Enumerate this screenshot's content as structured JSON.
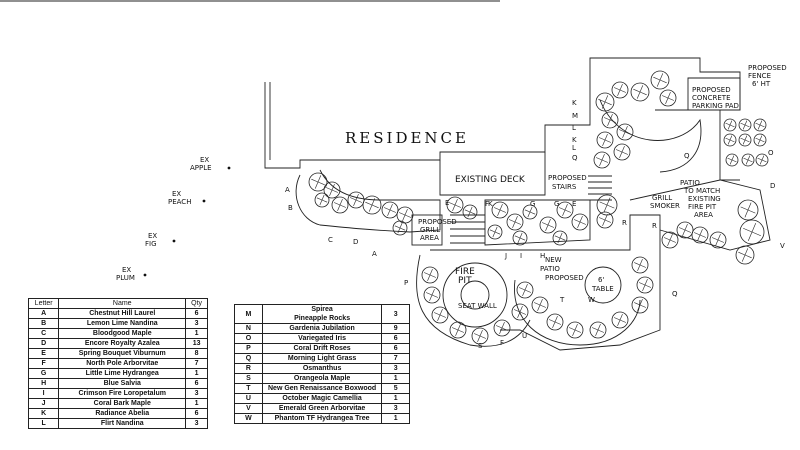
{
  "plan": {
    "residence": "RESIDENCE",
    "existing_deck": "EXISTING DECK",
    "proposed_stairs": [
      "PROPOSED",
      "STAIRS"
    ],
    "proposed_grill_area": [
      "PROPOSED",
      "GRILL",
      "AREA"
    ],
    "fire_pit": [
      "FIRE",
      "PIT"
    ],
    "seat_wall": "SEAT WALL",
    "new_patio_proposed": [
      "NEW",
      "PATIO",
      "PROPOSED"
    ],
    "table": [
      "6'",
      "TABLE"
    ],
    "proposed_concrete_parking_pad": [
      "PROPOSED",
      "CONCRETE",
      "PARKING PAD"
    ],
    "proposed_fence_ht": [
      "PROPOSED",
      "FENCE",
      "6' HT"
    ],
    "patio_to_match": [
      "PATIO",
      "TO MATCH",
      "EXISTING",
      "FIRE PIT",
      "AREA"
    ],
    "grill_smoker": [
      "GRILL",
      "SMOKER"
    ],
    "ex_trees": [
      {
        "line1": "EX",
        "line2": "APPLE"
      },
      {
        "line1": "EX",
        "line2": "PEACH"
      },
      {
        "line1": "EX",
        "line2": "FIG"
      },
      {
        "line1": "EX",
        "line2": "PLUM"
      }
    ],
    "tags": [
      "A",
      "B",
      "C",
      "D",
      "A",
      "E",
      "F",
      "G",
      "K",
      "G",
      "E",
      "H",
      "I",
      "J",
      "K",
      "L",
      "M",
      "K",
      "L",
      "Q",
      "Q",
      "R",
      "R",
      "D",
      "V",
      "W",
      "T",
      "P",
      "U",
      "S",
      "F",
      "O",
      "Q"
    ]
  },
  "legend_left": {
    "headers": [
      "Letter",
      "Name",
      "Qty"
    ],
    "rows": [
      [
        "A",
        "Chestnut Hill Laurel",
        "6"
      ],
      [
        "B",
        "Lemon Lime Nandina",
        "3"
      ],
      [
        "C",
        "Bloodgood Maple",
        "1"
      ],
      [
        "D",
        "Encore Royalty Azalea",
        "13"
      ],
      [
        "E",
        "Spring Bouquet Viburnum",
        "8"
      ],
      [
        "F",
        "North Pole Arborvitae",
        "7"
      ],
      [
        "G",
        "Little Lime Hydrangea",
        "1"
      ],
      [
        "H",
        "Blue Salvia",
        "6"
      ],
      [
        "I",
        "Crimson Fire Loropetalum",
        "3"
      ],
      [
        "J",
        "Coral Bark Maple",
        "1"
      ],
      [
        "K",
        "Radiance Abelia",
        "6"
      ],
      [
        "L",
        "Flirt Nandina",
        "3"
      ]
    ]
  },
  "legend_right": {
    "rows": [
      [
        "M",
        "Spirea\nPineapple Rocks",
        "3"
      ],
      [
        "N",
        "Gardenia Jubilation",
        "9"
      ],
      [
        "O",
        "Variegated Iris",
        "6"
      ],
      [
        "P",
        "Coral Drift Roses",
        "6"
      ],
      [
        "Q",
        "Morning Light Grass",
        "7"
      ],
      [
        "R",
        "Osmanthus",
        "3"
      ],
      [
        "S",
        "Orangeola Maple",
        "1"
      ],
      [
        "T",
        "New Gen Renaissance Boxwood",
        "5"
      ],
      [
        "U",
        "October Magic Camellia",
        "1"
      ],
      [
        "V",
        "Emerald Green Arborvitae",
        "3"
      ],
      [
        "W",
        "Phantom TF Hydrangea Tree",
        "1"
      ]
    ]
  }
}
